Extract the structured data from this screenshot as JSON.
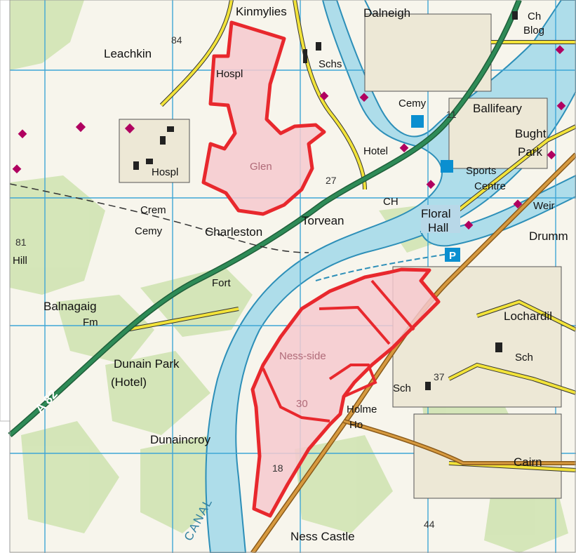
{
  "map": {
    "places": {
      "kinmylies": "Kinmylies",
      "dalneigh": "Dalneigh",
      "leachkin": "Leachkin",
      "schs": "Schs",
      "hospl_top": "Hospl",
      "cemy_top": "Cemy",
      "ballifeary": "Ballifeary",
      "bught_park": "Bught\nPark",
      "bught": "Bught",
      "park": "Park",
      "sports": "Sports",
      "centre": "Centre",
      "hotel": "Hotel",
      "hospl": "Hospl",
      "glen": "Glen",
      "ch": "CH",
      "floral": "Floral",
      "hall": "Hall",
      "crem": "Crem",
      "cemy_left": "Cemy",
      "charleston": "Charleston",
      "torvean": "Torvean",
      "drumm": "Drumm",
      "weir": "Weir",
      "ballnagaig": "Balnagaig",
      "fm": "Fm",
      "fort": "Fort",
      "lochardil": "Lochardil",
      "dunain_park": "Dunain Park",
      "hotel_paren": "(Hotel)",
      "ness_side": "Ness-side",
      "holme": "Holme",
      "ho": "Ho",
      "sch": "Sch",
      "sch_right": "Sch",
      "dunaincroy": "Dunaincroy",
      "cairn": "Cairn",
      "ness_castle": "Ness Castle",
      "hill": "Hill",
      "ch_blog": "Ch",
      "blog": "Blog"
    },
    "roads": {
      "a82": "A 82",
      "canal": "CANAL"
    },
    "spot_heights": {
      "h84": "84",
      "h27": "27",
      "h11": "11",
      "h81": "81",
      "h37": "37",
      "h18": "18",
      "h44": "44",
      "h30": "30"
    },
    "colors": {
      "water": "#aeddea",
      "water_edge": "#2d8fb8",
      "a_road": "#2e8b57",
      "minor_road": "#f2e33a",
      "b_road": "#d79a3f",
      "site_fill": "#f6c9cf",
      "site_edge": "#e8282d",
      "grid": "#3fa6d6",
      "woodland": "#cfe3b0",
      "tourist": "#0b8fd0",
      "poi": "#b00060"
    }
  }
}
